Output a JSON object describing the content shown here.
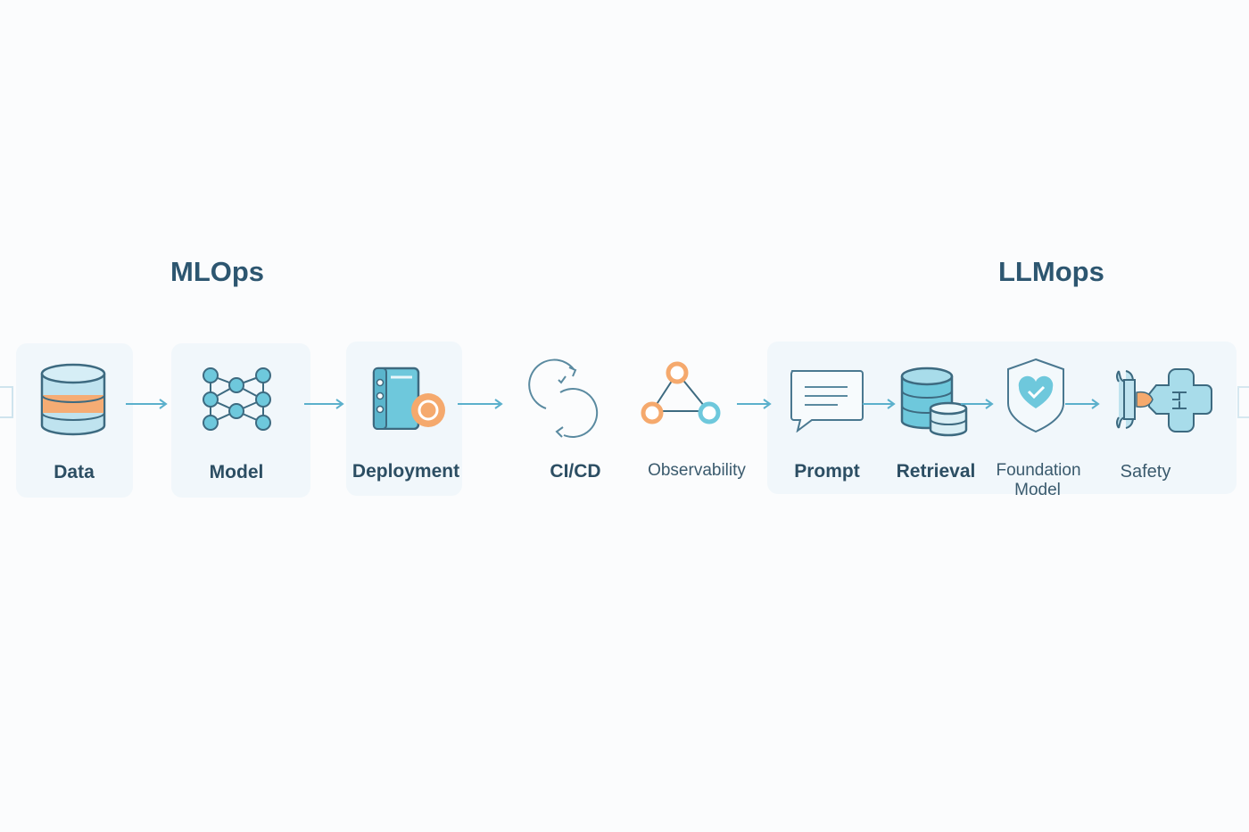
{
  "groups": {
    "mlops": {
      "title": "MLOps"
    },
    "llmops": {
      "title": "LLMops"
    }
  },
  "nodes": [
    {
      "id": "data",
      "label": "Data",
      "icon": "database-icon"
    },
    {
      "id": "model",
      "label": "Model",
      "icon": "neural-network-icon"
    },
    {
      "id": "deployment",
      "label": "Deployment",
      "icon": "server-icon"
    },
    {
      "id": "cicd",
      "label": "CI/CD",
      "icon": "cycle-arrows-icon"
    },
    {
      "id": "observability",
      "label": "Observability",
      "icon": "graph-nodes-icon"
    },
    {
      "id": "prompt",
      "label": "Prompt",
      "icon": "chat-bubble-icon"
    },
    {
      "id": "retrieval",
      "label": "Retrieval",
      "icon": "database-stack-icon"
    },
    {
      "id": "foundation",
      "label": "Foundation",
      "label2": "Model",
      "icon": "shield-check-icon"
    },
    {
      "id": "safety",
      "label": "Safety",
      "icon": "wrench-puzzle-icon"
    }
  ],
  "colors": {
    "title": "#2d5670",
    "accent": "#5bb8d4",
    "orange": "#f5a96d",
    "card": "#f1f7fb",
    "stroke": "#3d6a80"
  }
}
